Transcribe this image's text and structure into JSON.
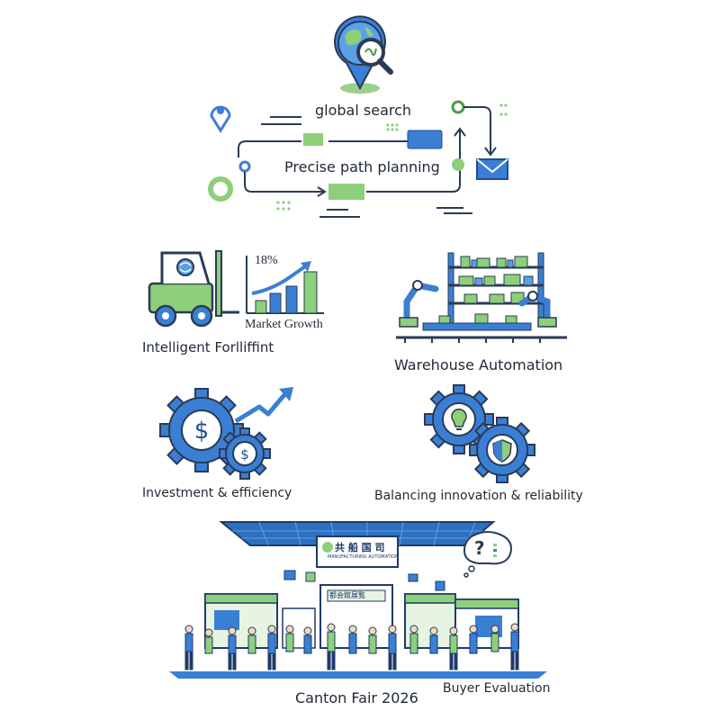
{
  "colors": {
    "blue": "#3b7fd4",
    "blue_dark": "#1f4e8c",
    "green": "#8ecf7a",
    "green_dark": "#4e9a4a",
    "navy": "#1e3a6b",
    "outline": "#2a3b55"
  },
  "top": {
    "search_label": "global search",
    "path_label": "Precise path planning"
  },
  "middle": {
    "forklift_label": "Intelligent Forlliffint",
    "growth_percent": "18%",
    "growth_label": "Market Growth",
    "warehouse_label": "Warehouse Automation"
  },
  "gears": {
    "investment_label": "Investment & efficiency",
    "balance_label": "Balancing innovation & reliability"
  },
  "fair": {
    "banner_cn": "共 船 国 司",
    "banner_sub": "MANUFACTURING AUTOMATION",
    "booth_sign": "都会館展覧",
    "question": "?",
    "fair_label": "Canton Fair 2026",
    "buyer_label": "Buyer Evaluation"
  },
  "icons": [
    "globe-pin-icon",
    "magnifier-icon",
    "location-pin-icon",
    "mail-icon",
    "forklift-icon",
    "bar-chart-icon",
    "warehouse-icon",
    "dollar-gear-icon",
    "lightbulb-gear-icon",
    "shield-gear-icon",
    "speech-bubble-icon"
  ]
}
